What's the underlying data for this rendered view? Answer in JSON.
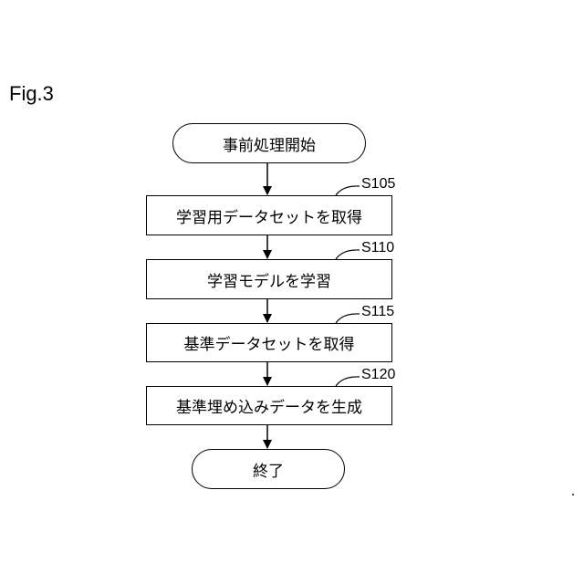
{
  "figure": {
    "label": "Fig.3"
  },
  "flowchart": {
    "start": {
      "text": "事前処理開始"
    },
    "steps": [
      {
        "id": "S105",
        "text": "学習用データセットを取得"
      },
      {
        "id": "S110",
        "text": "学習モデルを学習"
      },
      {
        "id": "S115",
        "text": "基準データセットを取得"
      },
      {
        "id": "S120",
        "text": "基準埋め込みデータを生成"
      }
    ],
    "end": {
      "text": "終了"
    }
  },
  "colors": {
    "line": "#000000",
    "background": "#ffffff"
  }
}
